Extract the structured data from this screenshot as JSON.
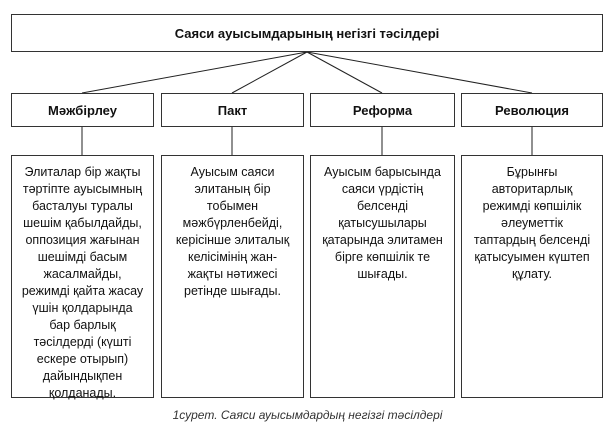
{
  "root": {
    "label": "Саяси ауысымдарының негізгі тәсілдері"
  },
  "methods": [
    {
      "label": "Мәжбірлеу",
      "description": "Элиталар бір жақты тәртіпте ауысымның басталуы туралы шешім қабылдайды, оппозиция жағынан шешімді басым жасалмайды, режимді қайта жасау үшін қолдарында бар барлық тәсілдерді (күшті ескере отырып) дайындықпен қолданады."
    },
    {
      "label": "Пакт",
      "description": "Ауысым саяси элитаның бір тобымен мәжбүрленбейді, керісінше элиталық келісімінің жан-жақты нәтижесі ретінде шығады."
    },
    {
      "label": "Реформа",
      "description": "Ауысым барысында саяси үрдістің белсенді қатысушылары қатарында элитамен бірге көпшілік те шығады."
    },
    {
      "label": "Революция",
      "description": "Бұрынғы авторитарлық режимді көпшілік әлеуметтік таптардың белсенді қатысуымен күштеп құлату."
    }
  ],
  "caption": "1сурет. Саяси ауысымдардың негізгі тәсілдері"
}
